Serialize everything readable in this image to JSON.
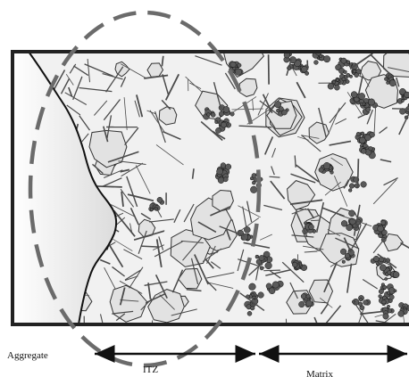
{
  "labels": {
    "aggregate": "Aggregate",
    "itz": "ITZ",
    "matrix": "Matrix"
  },
  "colors": {
    "frame": "#222222",
    "aggregate_fill": "#e6e6e6",
    "matrix_fill": "#f1f1f1",
    "grain_fill": "#e2e2e2",
    "cluster_fill": "#5a5a5a",
    "needle": "#4a4a4a",
    "itz_circle": "#6b6b6b"
  },
  "icons": {
    "interfacial_zone_outline": "dashed-ellipse",
    "dimension_arrows": "double-headed-arrow"
  }
}
